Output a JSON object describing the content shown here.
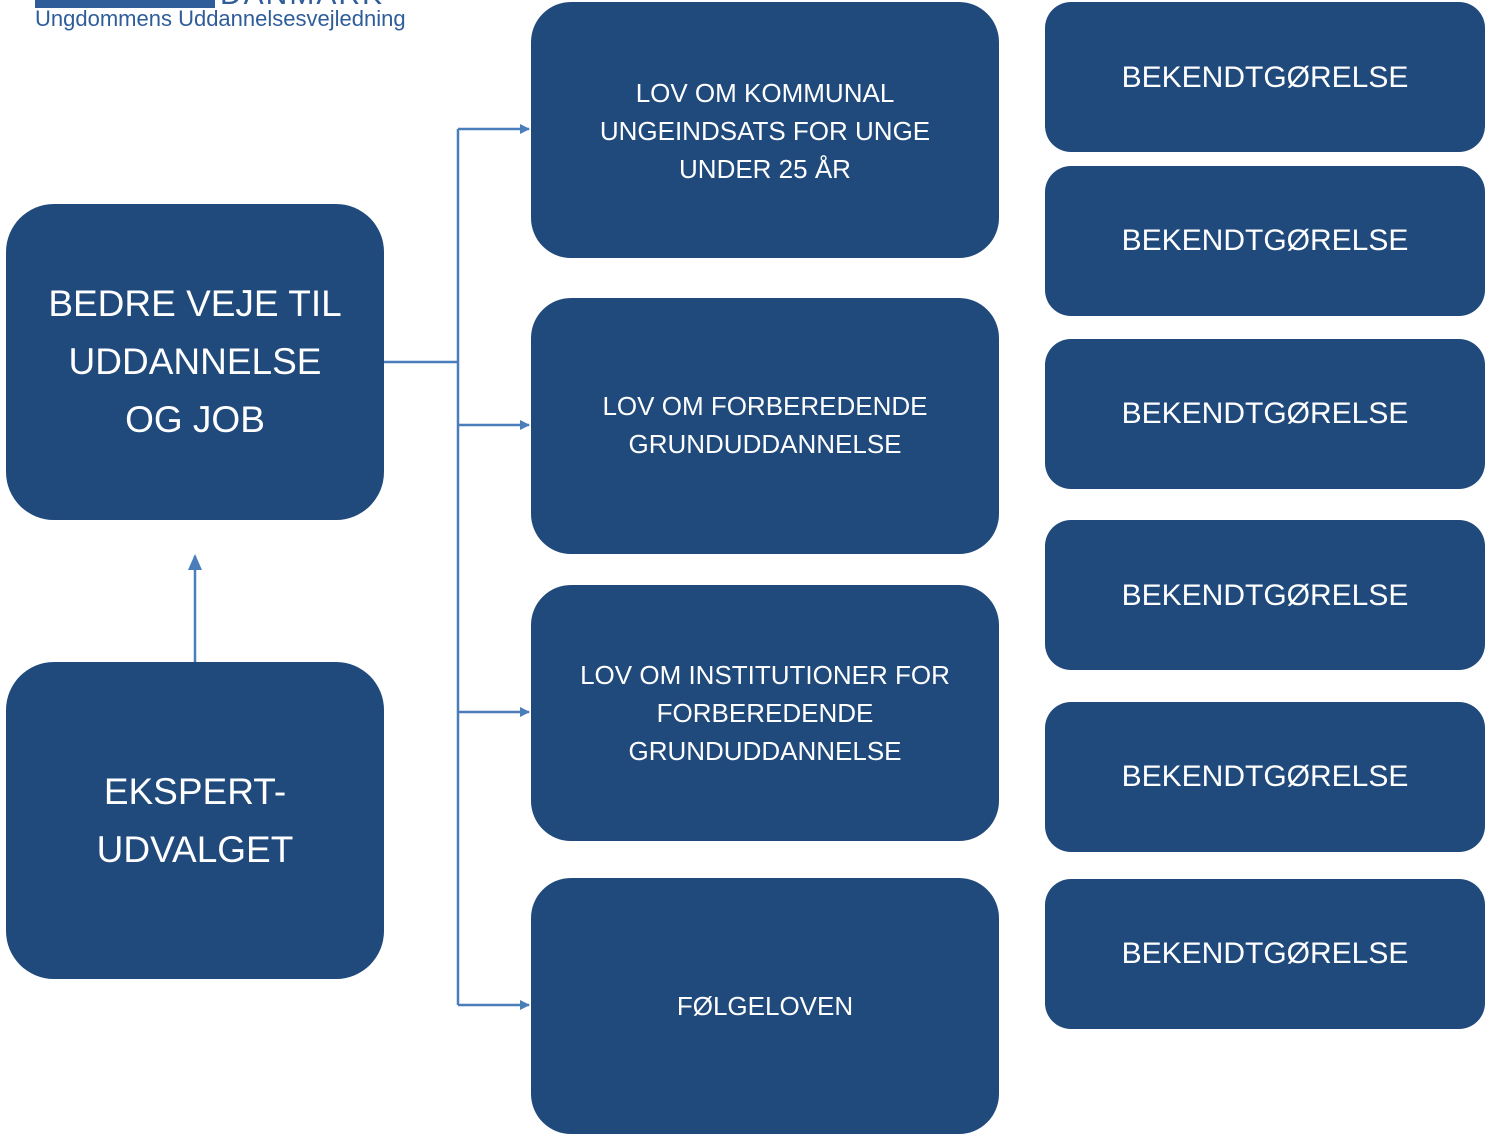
{
  "logo": {
    "wordmark": "DANMARK",
    "subtitle": "Ungdommens Uddannelsesvejledning"
  },
  "colors": {
    "box_fill": "#204a7c",
    "connector": "#4a7ebb",
    "logo": "#2f5d9a"
  },
  "main_box": {
    "label": "BEDRE VEJE TIL\nUDDANNELSE\nOG JOB"
  },
  "expert_box": {
    "label": "EKSPERT-\nUDVALGET"
  },
  "laws": [
    {
      "label": "LOV OM KOMMUNAL\nUNGEINDSATS FOR UNGE\nUNDER 25 ÅR"
    },
    {
      "label": "LOV OM FORBEREDENDE\nGRUNDUDDANNELSE"
    },
    {
      "label": "LOV OM INSTITUTIONER FOR\nFORBEREDENDE\nGRUNDUDDANNELSE"
    },
    {
      "label": "FØLGELOVEN"
    }
  ],
  "decrees": [
    {
      "label": "BEKENDTGØRELSE"
    },
    {
      "label": "BEKENDTGØRELSE"
    },
    {
      "label": "BEKENDTGØRELSE"
    },
    {
      "label": "BEKENDTGØRELSE"
    },
    {
      "label": "BEKENDTGØRELSE"
    },
    {
      "label": "BEKENDTGØRELSE"
    }
  ]
}
